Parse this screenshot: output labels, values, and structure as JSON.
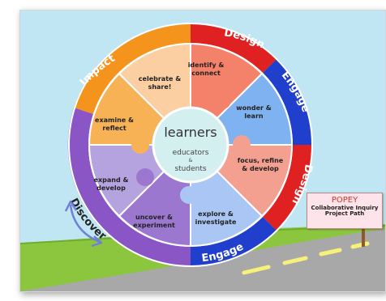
{
  "hub": {
    "title": "learners",
    "line1": "educators",
    "amp": "&",
    "line2": "students"
  },
  "ring_labels": {
    "impact": "Impact",
    "design_top": "Design",
    "engage_right": "Engage",
    "design_right": "Design",
    "engage_bottom": "Engage",
    "discover": "Discover"
  },
  "segments": {
    "identify": [
      "identify &",
      "connect"
    ],
    "wonder": [
      "wonder &",
      "learn"
    ],
    "focus": [
      "focus, refine",
      "& develop"
    ],
    "explore": [
      "explore &",
      "investigate"
    ],
    "uncover": [
      "uncover &",
      "experiment"
    ],
    "expand": [
      "expand &",
      "develop"
    ],
    "examine": [
      "examine &",
      "reflect"
    ],
    "celebrate": [
      "celebrate &",
      "share!"
    ]
  },
  "sign": {
    "title": "POPEY",
    "subtitle_1": "Collaborative Inquiry",
    "subtitle_2": "Project Path"
  },
  "colors": {
    "sky": "#bfe6f2",
    "grass": "#8cc63f",
    "impact": "#f4941c",
    "design": "#e02121",
    "engage": "#1f3fcc",
    "discover": "#8a55c4",
    "hub": "#d4efef"
  }
}
